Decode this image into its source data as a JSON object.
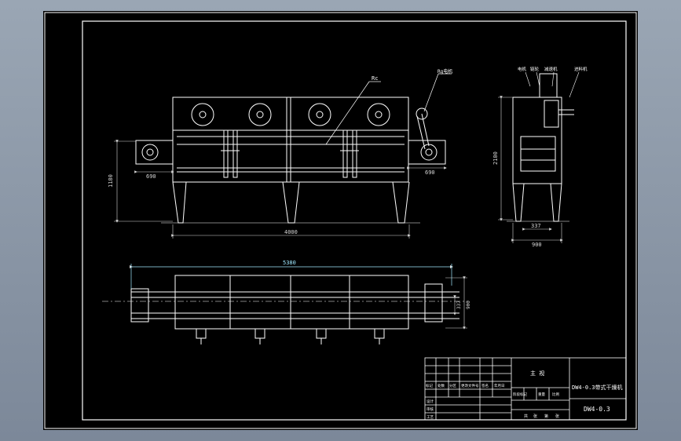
{
  "colors": {
    "viewport_bg": "#8f9ba8",
    "sheet_bg": "#000000",
    "line": "#ffffff",
    "dim": "#d8d8d8",
    "cyan_dim": "#9fe8ff"
  },
  "annotations": {
    "balloon_top": "Rc",
    "label_right": "Rg电机",
    "side_labels": [
      "电机",
      "链轮",
      "减速机",
      "进料机"
    ]
  },
  "dimensions": {
    "height_left": "1180",
    "left_offset": "690",
    "right_offset": "690",
    "total_length": "4000",
    "side_height": "2100",
    "side_inner": "337",
    "side_width": "900",
    "plan_length": "5380",
    "plan_inner": "337",
    "plan_width": "900"
  },
  "title_block": {
    "drawing_title": "主 视",
    "model_code": "DW4-0.3带式干燥机",
    "drawing_number": "DW4-0.3",
    "row_labels": [
      "标记",
      "处数",
      "分区",
      "更改文件号",
      "签名",
      "年月日"
    ],
    "role_labels": [
      "设计",
      "审核",
      "工艺"
    ],
    "stage_labels": [
      "阶段标记",
      "重量",
      "比例"
    ],
    "sheet_labels": [
      "共",
      "张",
      "第",
      "张"
    ]
  }
}
